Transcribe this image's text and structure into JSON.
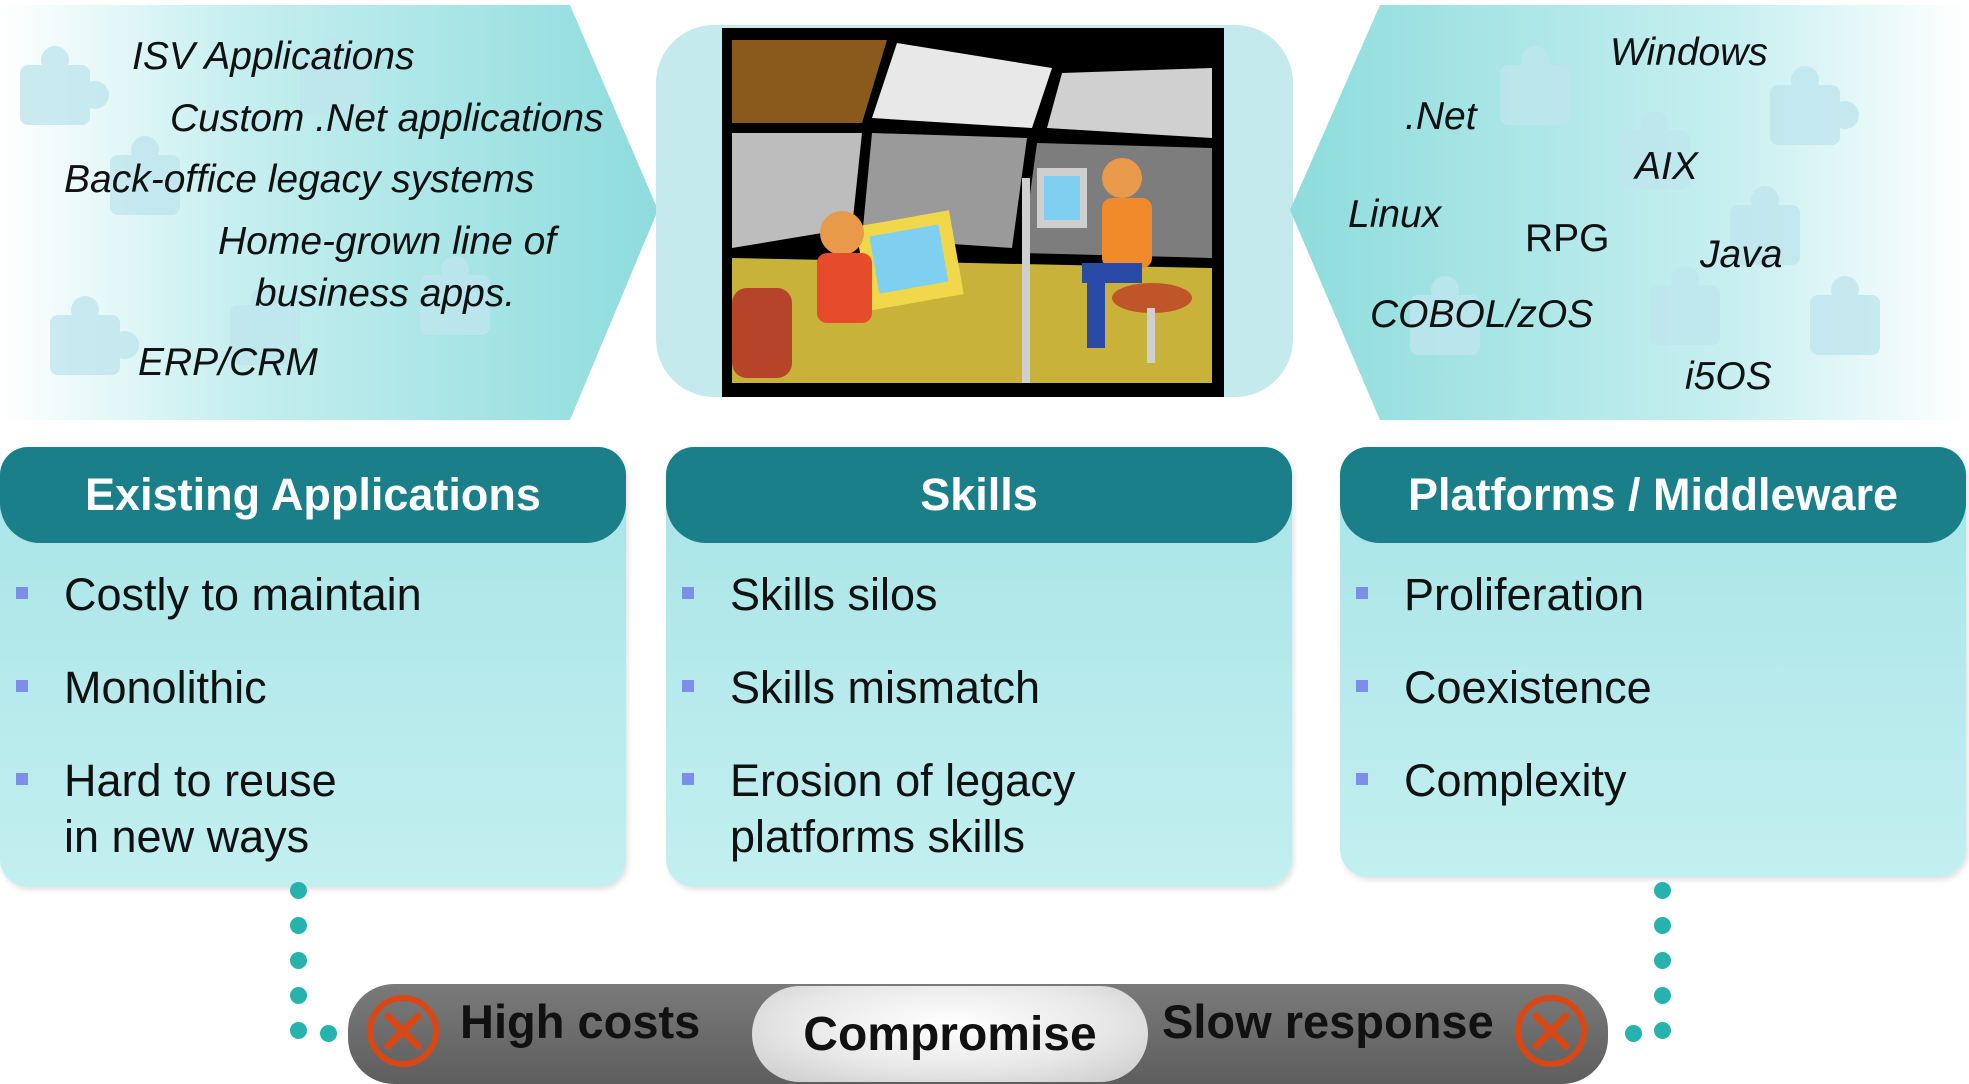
{
  "colors": {
    "teal_header": "#1b7f8a",
    "box_fill": "#b6ebec",
    "banner_fill": "#9adfe0",
    "dot": "#27b3ad",
    "bar": "#6b6b6b",
    "x_icon": "#d94814",
    "bullet": "#7c8ee8"
  },
  "left_banner": {
    "items": [
      "ISV Applications",
      "Custom .Net applications",
      "Back-office legacy systems",
      "Home-grown line of",
      "business apps.",
      "ERP/CRM"
    ]
  },
  "right_banner": {
    "items": [
      "Windows",
      ".Net",
      "AIX",
      "Linux",
      "RPG",
      "Java",
      "COBOL/zOS",
      "i5OS"
    ]
  },
  "center": {
    "illustration": "office-workers-at-computers-clipart"
  },
  "boxes": [
    {
      "title": "Existing Applications",
      "items": [
        "Costly to maintain",
        "Monolithic",
        "Hard to reuse in new ways"
      ]
    },
    {
      "title": "Skills",
      "items": [
        "Skills silos",
        "Skills mismatch",
        "Erosion of legacy platforms skills"
      ]
    },
    {
      "title": "Platforms / Middleware",
      "items": [
        "Proliferation",
        "Coexistence",
        "Complexity"
      ]
    }
  ],
  "bottom_bar": {
    "left_label": "High costs",
    "center_label": "Compromise",
    "right_label": "Slow response",
    "left_icon": "x-circle-icon",
    "right_icon": "x-circle-icon"
  }
}
